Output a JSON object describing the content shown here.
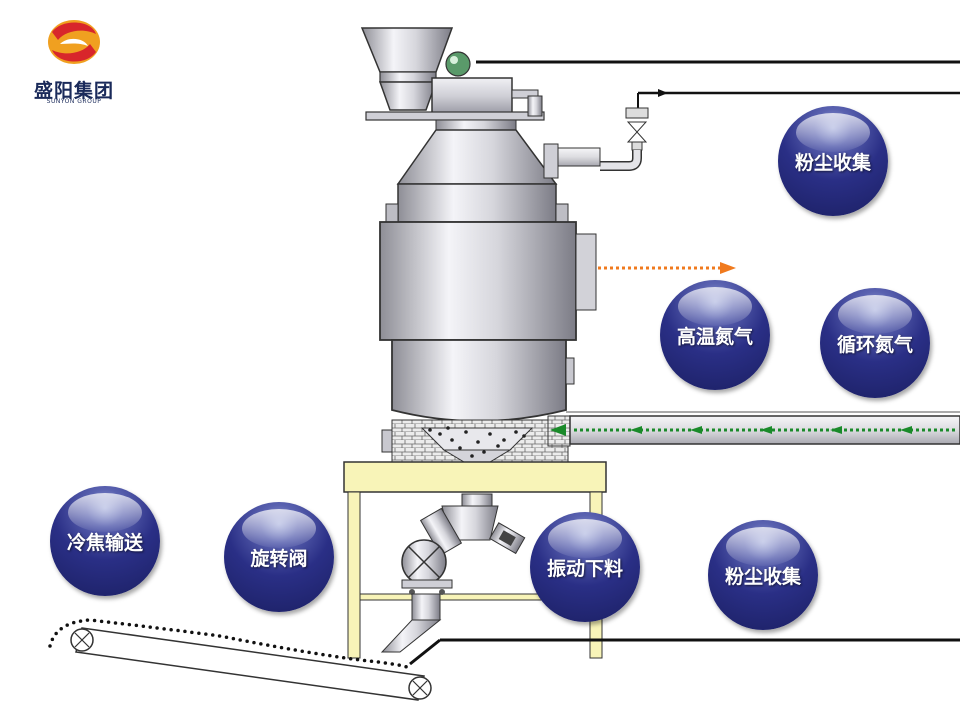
{
  "brand": {
    "name": "盛阳集团",
    "subtitle": "SUNYON GROUP",
    "colors": {
      "red": "#d8262b",
      "gold": "#f0a020",
      "navy": "#1a2a5a"
    }
  },
  "labels": {
    "dust_top": "粉尘收集",
    "hot_nitrogen": "高温氮气",
    "circulating_nitrogen": "循环氮气",
    "coke_conveying": "冷焦输送",
    "rotary_valve": "旋转阀",
    "vibrating_feed": "振动下料",
    "dust_bottom": "粉尘收集"
  },
  "colors": {
    "bubble": "#2a2f86",
    "hot_flow": "#f07a1e",
    "cold_flow": "#1a8a2a",
    "support_frame": "#f8f4b8",
    "steel": "#d8d8de"
  }
}
